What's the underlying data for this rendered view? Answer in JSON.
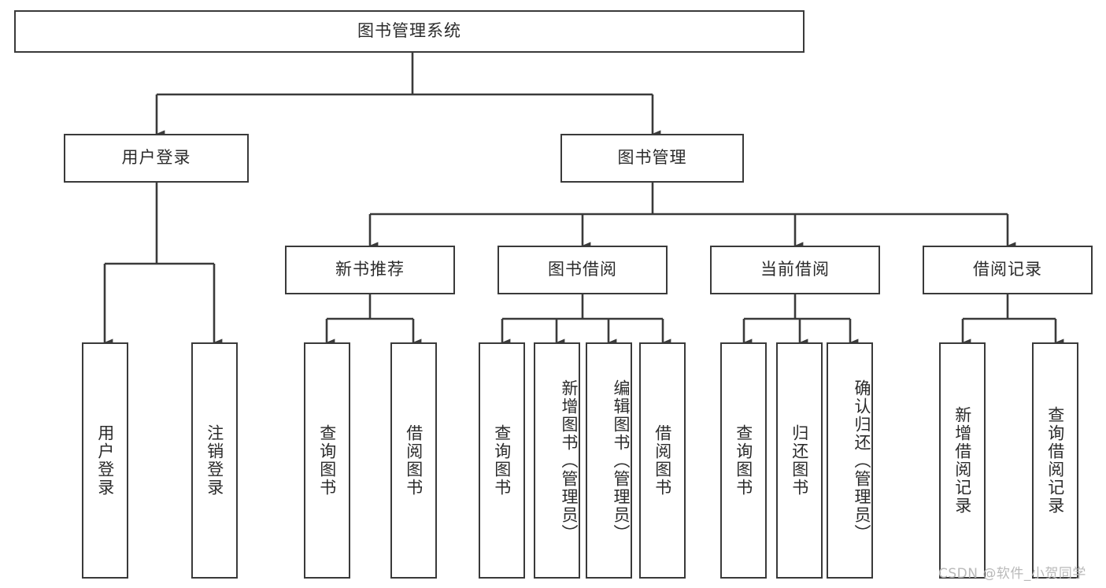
{
  "diagram": {
    "title": "图书管理系统",
    "type": "hierarchy-tree",
    "root": {
      "label": "图书管理系统"
    },
    "level2": [
      {
        "id": "user-login",
        "label": "用户登录"
      },
      {
        "id": "book-manage",
        "label": "图书管理"
      }
    ],
    "level3": [
      {
        "id": "new-book-recommend",
        "label": "新书推荐"
      },
      {
        "id": "book-borrow",
        "label": "图书借阅"
      },
      {
        "id": "current-borrow",
        "label": "当前借阅"
      },
      {
        "id": "borrow-record",
        "label": "借阅记录"
      }
    ],
    "leaves": {
      "user_login": [
        {
          "label": "用户登录"
        },
        {
          "label": "注销登录"
        }
      ],
      "new_book_recommend": [
        {
          "label": "查询图书"
        },
        {
          "label": "借阅图书"
        }
      ],
      "book_borrow": [
        {
          "label": "查询图书"
        },
        {
          "label": "新增图书（管理员）"
        },
        {
          "label": "编辑图书（管理员）"
        },
        {
          "label": "借阅图书"
        }
      ],
      "current_borrow": [
        {
          "label": "查询图书"
        },
        {
          "label": "归还图书"
        },
        {
          "label": "确认归还（管理员）"
        }
      ],
      "borrow_record": [
        {
          "label": "新增借阅记录"
        },
        {
          "label": "查询借阅记录"
        }
      ]
    }
  },
  "watermark": {
    "text": "CSDN @软件_小贺同学"
  },
  "colors": {
    "border": "#3a3a3a",
    "text": "#2b2b2b",
    "background": "#ffffff",
    "watermark": "#b9b9b9"
  }
}
